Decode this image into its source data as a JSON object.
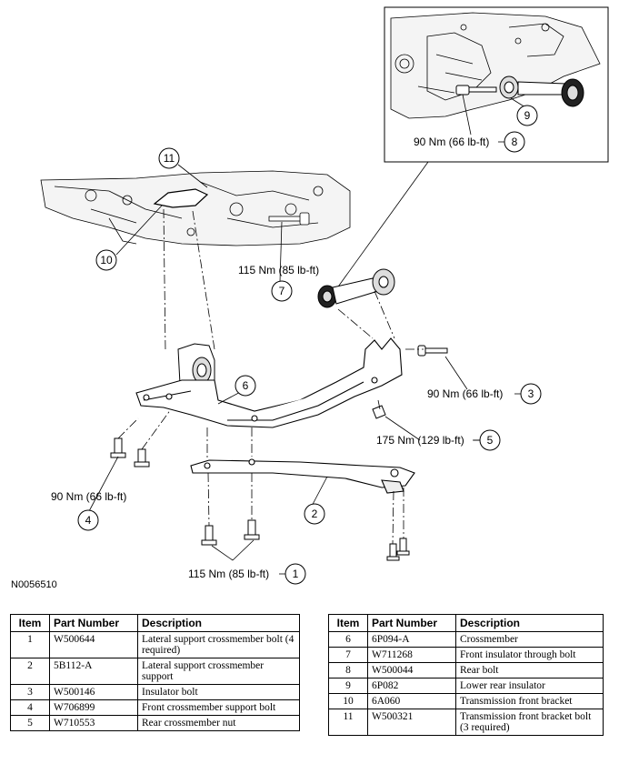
{
  "figure_id": "N0056510",
  "callouts": [
    {
      "num": "1",
      "torque": "115 Nm (85 lb-ft)"
    },
    {
      "num": "2",
      "torque": ""
    },
    {
      "num": "3",
      "torque": "90 Nm (66 lb-ft)"
    },
    {
      "num": "4",
      "torque": "90 Nm (66 lb-ft)"
    },
    {
      "num": "5",
      "torque": "175 Nm (129 lb-ft)"
    },
    {
      "num": "6",
      "torque": ""
    },
    {
      "num": "7",
      "torque": "115 Nm (85 lb-ft)"
    },
    {
      "num": "8",
      "torque": "90 Nm (66 lb-ft)"
    },
    {
      "num": "9",
      "torque": ""
    },
    {
      "num": "10",
      "torque": ""
    },
    {
      "num": "11",
      "torque": ""
    }
  ],
  "table_headers": {
    "item": "Item",
    "part_number": "Part Number",
    "description": "Description"
  },
  "parts_left": [
    {
      "item": "1",
      "part_number": "W500644",
      "description": "Lateral support crossmember bolt (4 required)"
    },
    {
      "item": "2",
      "part_number": "5B112-A",
      "description": "Lateral support crossmember support"
    },
    {
      "item": "3",
      "part_number": "W500146",
      "description": "Insulator bolt"
    },
    {
      "item": "4",
      "part_number": "W706899",
      "description": "Front crossmember support bolt"
    },
    {
      "item": "5",
      "part_number": "W710553",
      "description": "Rear crossmember nut"
    }
  ],
  "parts_right": [
    {
      "item": "6",
      "part_number": "6P094-A",
      "description": "Crossmember"
    },
    {
      "item": "7",
      "part_number": "W711268",
      "description": "Front insulator through bolt"
    },
    {
      "item": "8",
      "part_number": "W500044",
      "description": "Rear bolt"
    },
    {
      "item": "9",
      "part_number": "6P082",
      "description": "Lower rear insulator"
    },
    {
      "item": "10",
      "part_number": "6A060",
      "description": "Transmission front bracket"
    },
    {
      "item": "11",
      "part_number": "W500321",
      "description": "Transmission front bracket bolt (3 required)"
    }
  ]
}
